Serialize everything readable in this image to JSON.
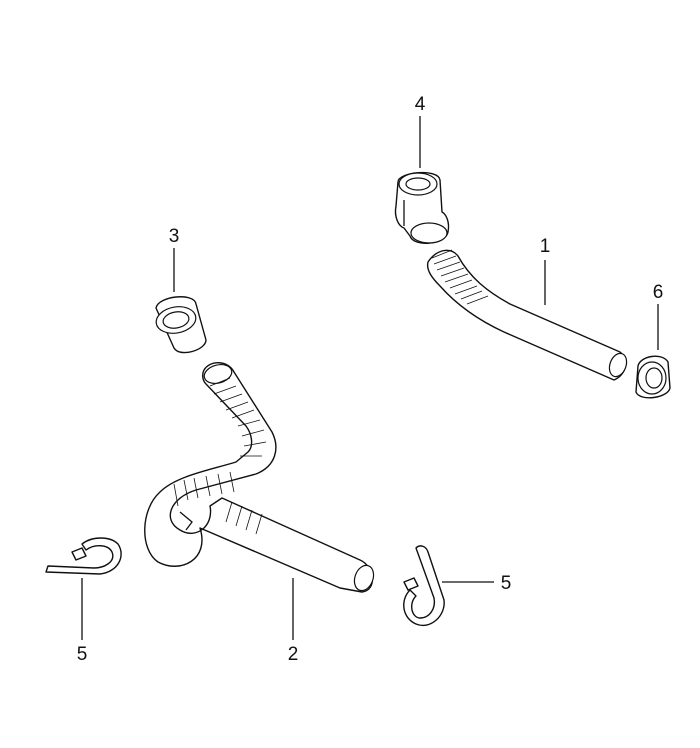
{
  "callouts": {
    "c1": "1",
    "c2": "2",
    "c3": "3",
    "c4": "4",
    "c5a": "5",
    "c5b": "5",
    "c6": "6"
  },
  "colors": {
    "ink": "#111111",
    "paper": "#ffffff"
  }
}
